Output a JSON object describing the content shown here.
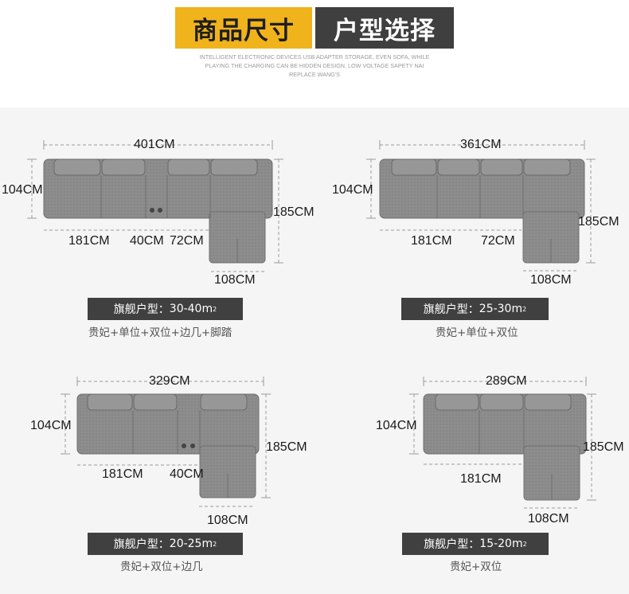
{
  "header": {
    "title_left": "商品尺寸",
    "title_right": "户型选择",
    "tagline": "INTELLIGENT ELECTRONIC DEVICES USB ADAPTER STORAGE, EVEN SOFA, WHILE PLAYING THE CHARGING CAN BE HIDDEN DESIGN, LOW VOLTAGE SAPETY NAI REPLACE WANG'S"
  },
  "layouts": [
    {
      "width": "401CM",
      "depth": "104CM",
      "length": "185CM",
      "seg1": "181CM",
      "seg2": "40CM",
      "seg3": "72CM",
      "chaise": "108CM",
      "badge_prefix": "旗舰户型：",
      "badge_area": "30-40",
      "badge_unit": "m",
      "badge_sup": "2",
      "combo": "贵妃+单位+双位+边几+脚踏"
    },
    {
      "width": "361CM",
      "depth": "104CM",
      "length": "185CM",
      "seg1": "181CM",
      "seg3": "72CM",
      "chaise": "108CM",
      "badge_prefix": "旗舰户型：",
      "badge_area": "25-30",
      "badge_unit": "m",
      "badge_sup": "2",
      "combo": "贵妃+单位+双位"
    },
    {
      "width": "329CM",
      "depth": "104CM",
      "length": "185CM",
      "seg1": "181CM",
      "seg2": "40CM",
      "chaise": "108CM",
      "badge_prefix": "旗舰户型：",
      "badge_area": "20-25",
      "badge_unit": "m",
      "badge_sup": "2",
      "combo": "贵妃+双位+边几"
    },
    {
      "width": "289CM",
      "depth": "104CM",
      "length": "185CM",
      "seg1": "181CM",
      "chaise": "108CM",
      "badge_prefix": "旗舰户型：",
      "badge_area": "15-20",
      "badge_unit": "m",
      "badge_sup": "2",
      "combo": "贵妃+双位"
    }
  ]
}
